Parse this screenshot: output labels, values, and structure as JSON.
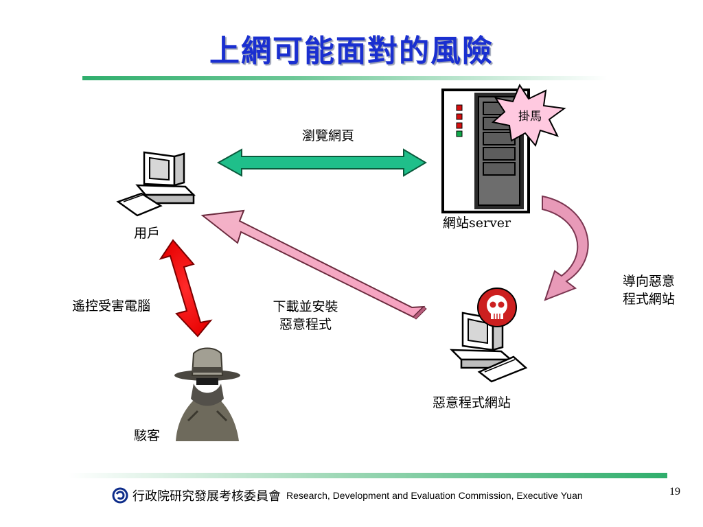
{
  "title": "上網可能面對的風險",
  "labels": {
    "browse": "瀏覽網頁",
    "user": "用戶",
    "website_server": "網站server",
    "trojan": "掛馬",
    "redirect_line1": "導向惡意",
    "redirect_line2": "程式網站",
    "remote_control": "遙控受害電腦",
    "download_line1": "下載並安裝",
    "download_line2": "惡意程式",
    "malicious_site": "惡意程式網站",
    "hacker": "駭客"
  },
  "footer": {
    "org_cn": "行政院研究發展考核委員會",
    "org_en": "Research, Development and Evaluation Commission, Executive Yuan",
    "page_number": "19"
  },
  "colors": {
    "title": "#1a2fd0",
    "browse_arrow": "#1fbf8a",
    "download_arrow": "#f7a8c4",
    "redirect_arrow": "#e793b4",
    "remote_arrow": "#ff1414",
    "trojan_burst": "#ffc9e0",
    "skull_badge": "#cc1f1f"
  },
  "icons": {
    "user": "desktop-computer-icon",
    "server": "server-tower-icon",
    "malicious_site": "desktop-computer-icon",
    "skull": "skull-icon",
    "hacker": "hacker-figure-icon",
    "footer_logo": "rdec-logo-icon"
  }
}
